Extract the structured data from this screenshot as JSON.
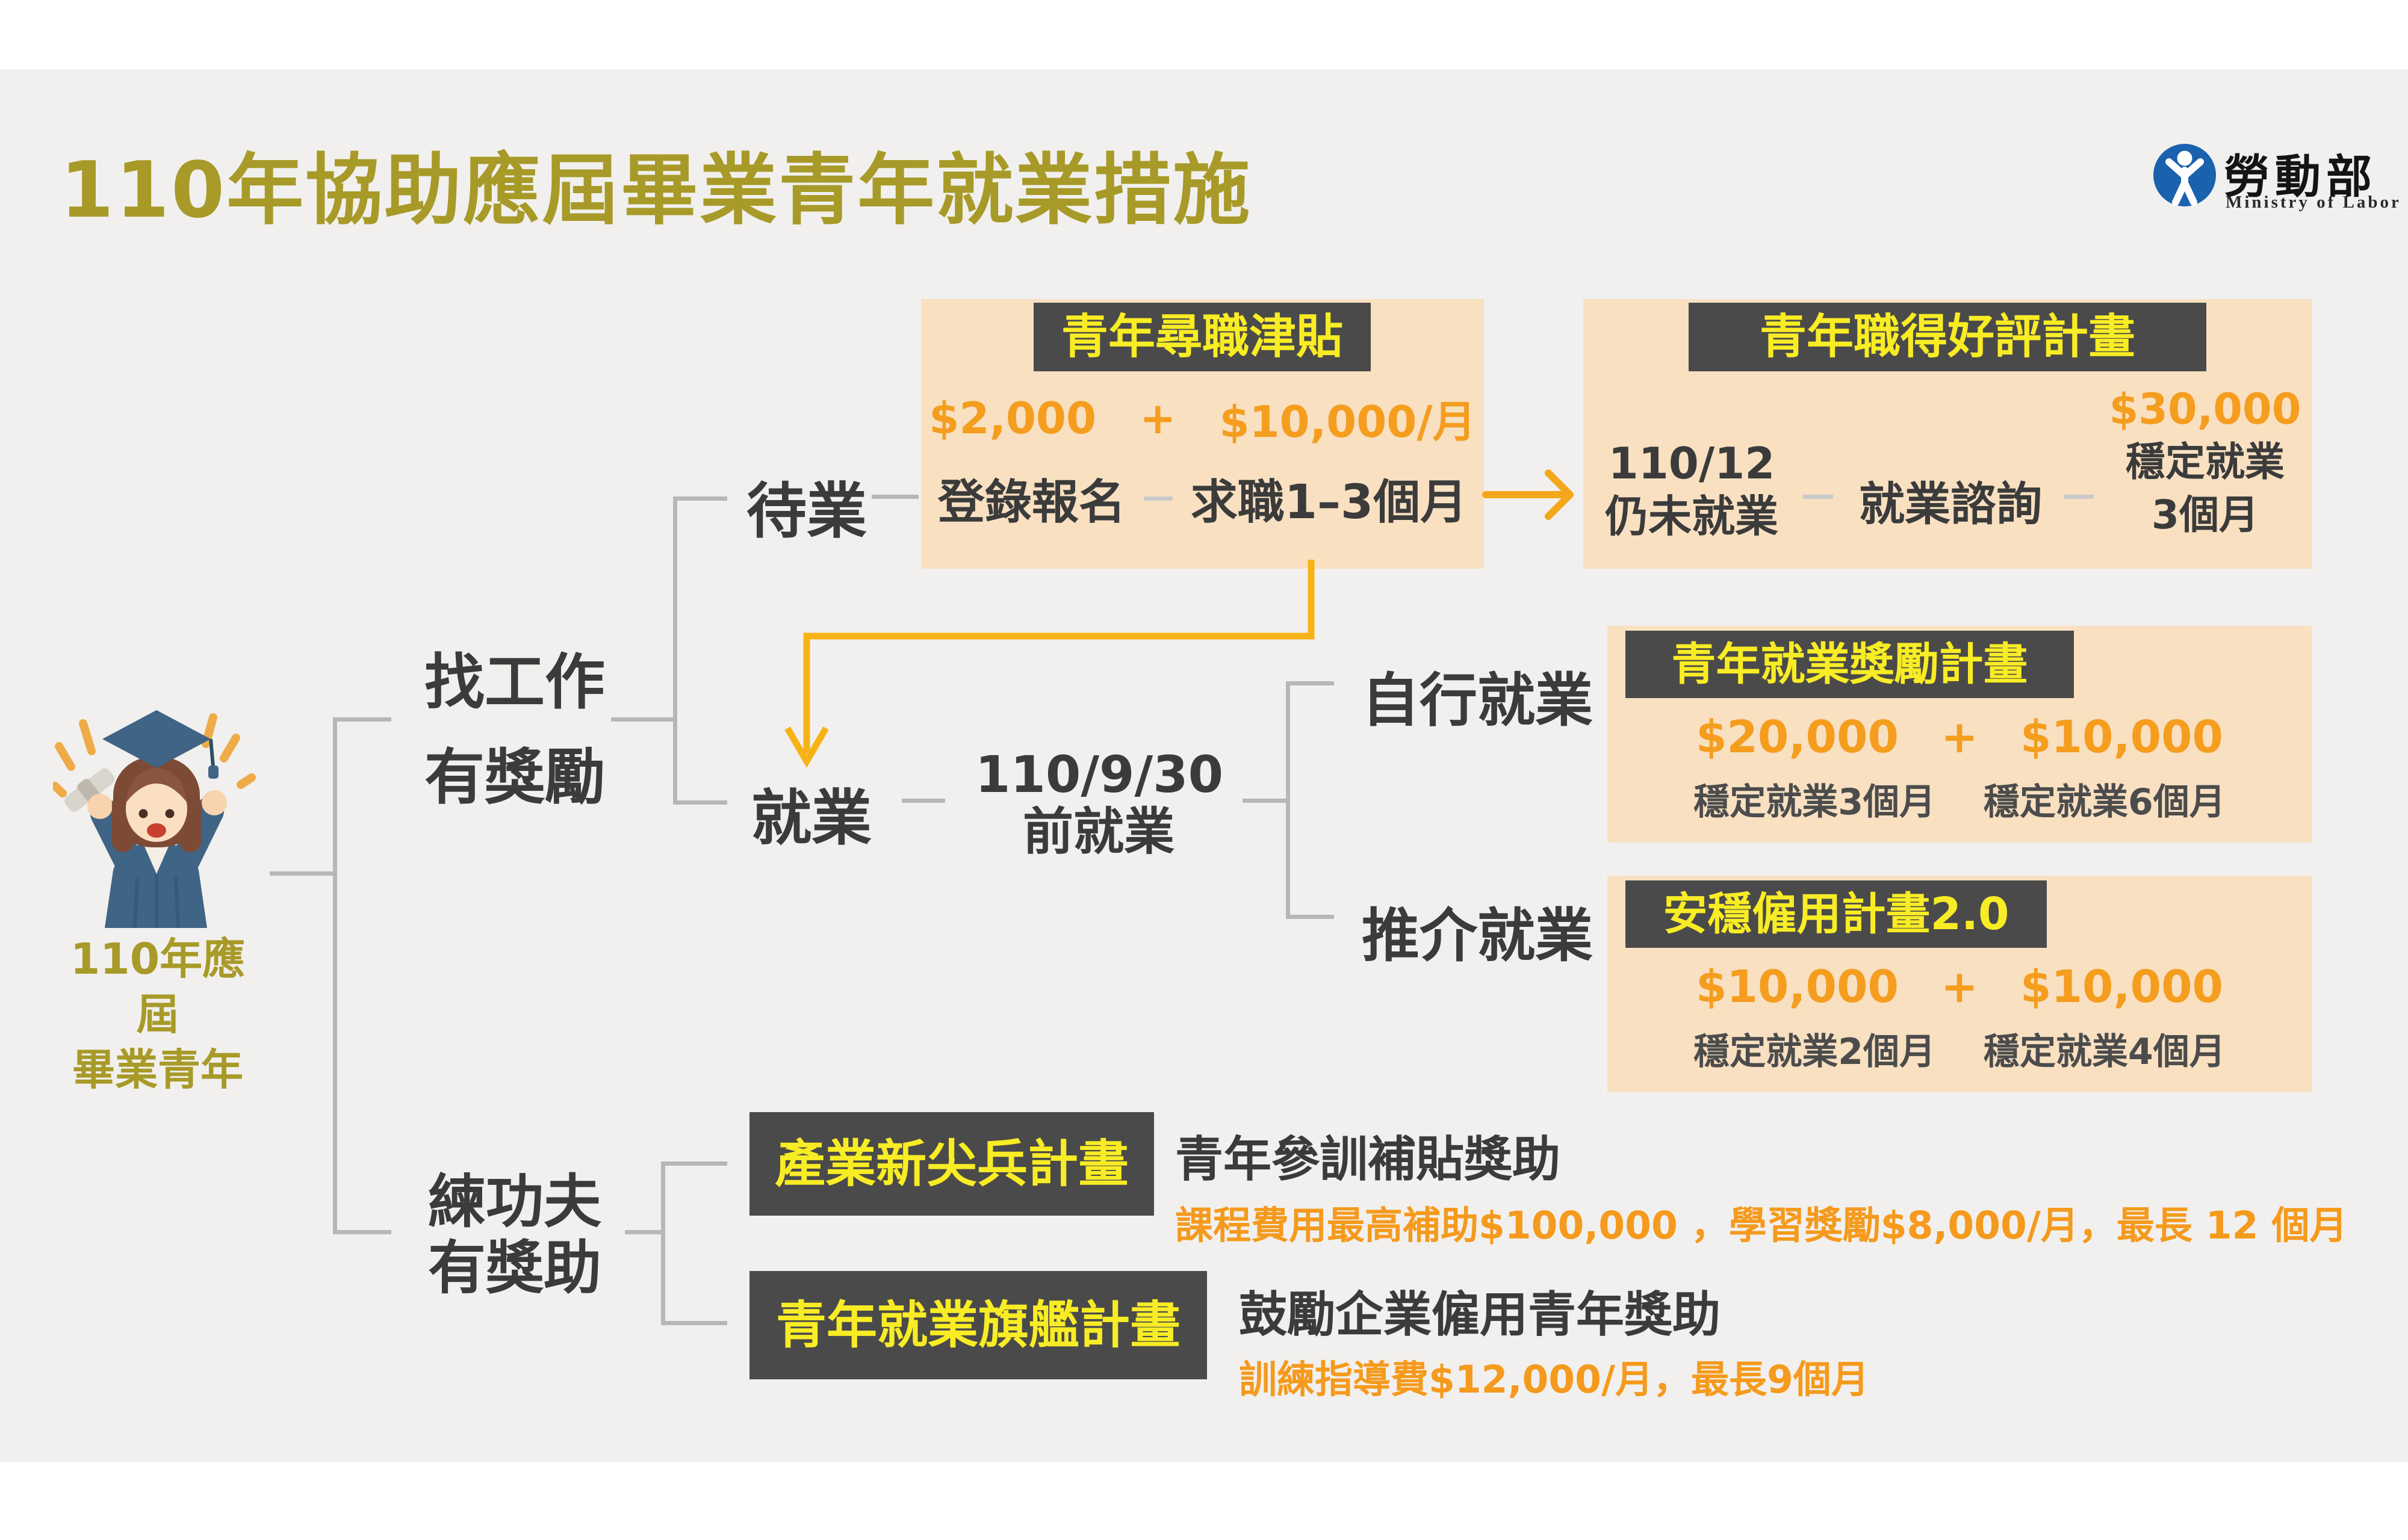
{
  "title": "110年協助應屆畢業青年就業措施",
  "logo": {
    "name_zh": "勞動部",
    "name_en": "Ministry of Labor"
  },
  "root": {
    "line1": "110年應屆",
    "line2": "畢業青年"
  },
  "tree": {
    "branch_top": {
      "line1": "找工作",
      "line2": "有獎勵"
    },
    "branch_bottom": {
      "line1": "練功夫",
      "line2": "有獎助"
    },
    "waiting": "待業",
    "employed": "就業",
    "deadline": {
      "line1": "110/9/30",
      "line2": "前就業"
    },
    "self_employed": "自行就業",
    "referred": "推介就業"
  },
  "job_seek_box": {
    "title": "青年尋職津貼",
    "amount1": "$2,000",
    "plus": "+",
    "amount2": "$10,000/月",
    "step1": "登錄報名",
    "step2": "求職1–3個月"
  },
  "good_review_box": {
    "title": "青年職得好評計畫",
    "cond_line1": "110/12",
    "cond_line2": "仍未就業",
    "step": "就業諮詢",
    "amount": "$30,000",
    "result_line1": "穩定就業",
    "result_line2": "3個月"
  },
  "reward_box": {
    "title": "青年就業獎勵計畫",
    "amount1": "$20,000",
    "plus": "+",
    "amount2": "$10,000",
    "cond1": "穩定就業3個月",
    "cond2": "穩定就業6個月"
  },
  "stable_box": {
    "title": "安穩僱用計畫2.0",
    "amount1": "$10,000",
    "plus": "+",
    "amount2": "$10,000",
    "cond1": "穩定就業2個月",
    "cond2": "穩定就業4個月"
  },
  "vanguard": {
    "title": "產業新尖兵計畫",
    "desc_title": "青年參訓補貼獎助",
    "desc_detail": "課程費用最高補助$100,000 ，學習獎勵$8,000/月，最長 12 個月"
  },
  "flagship": {
    "title": "青年就業旗艦計畫",
    "desc_title": "鼓勵企業僱用青年獎助",
    "desc_detail": "訓練指導費$12,000/月，最長9個月"
  },
  "colors": {
    "accent_olive": "#a89a28",
    "peach_box": "#f8e0c1",
    "header_dark": "#4a4a4a",
    "header_yellow": "#f8ec25",
    "money_orange": "#f59d1e",
    "line_gray": "#b7b7b7",
    "arrow_yellow": "#f7b316",
    "logo_blue": "#1a61ae"
  }
}
